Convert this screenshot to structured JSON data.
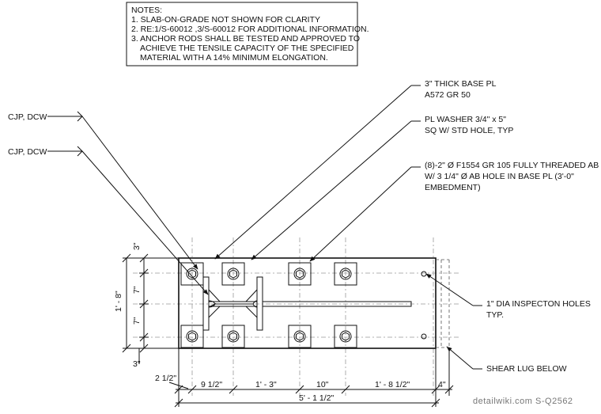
{
  "notes": {
    "header": "NOTES:",
    "lines": [
      "1. SLAB-ON-GRADE NOT SHOWN FOR CLARITY",
      "2. RE:1/S-60012 ,3/S-60012   FOR ADDITIONAL INFORMATION.",
      "3. ANCHOR RODS SHALL BE TESTED AND APPROVED TO",
      "ACHIEVE THE TENSILE CAPACITY OF THE SPECIFIED",
      "MATERIAL WITH A 14% MINIMUM ELONGATION."
    ]
  },
  "callouts": {
    "base_plate": [
      "3\" THICK BASE PL",
      "A572 GR 50"
    ],
    "washer": [
      "PL WASHER 3/4\" x 5\"",
      "SQ W/ STD HOLE, TYP"
    ],
    "anchor": [
      "(8)-2\" Ø F1554 GR 105 FULLY THREADED AB",
      "W/ 3 1/4\" Ø AB HOLE IN BASE PL (3'-0\"",
      "EMBEDMENT)"
    ],
    "inspection": [
      "1\" DIA INSPECTON HOLES",
      "TYP."
    ],
    "shear_lug": "SHEAR LUG BELOW",
    "weld_top": "CJP, DCW",
    "weld_bottom": "CJP, DCW"
  },
  "dimensions": {
    "vertical": {
      "top_edge": "3\"",
      "upper": "7\"",
      "lower": "7\"",
      "overall": "1' - 8\"",
      "bottom_edge": "3\""
    },
    "horizontal": {
      "left_edge": "2 1/2\"",
      "d1": "9 1/2\"",
      "d2": "1' - 3\"",
      "d3": "10\"",
      "d4": "1' - 8 1/2\"",
      "d5": "4\"",
      "overall": "5' - 1 1/2\""
    }
  },
  "watermark": "detailwiki.com   S-Q2562"
}
